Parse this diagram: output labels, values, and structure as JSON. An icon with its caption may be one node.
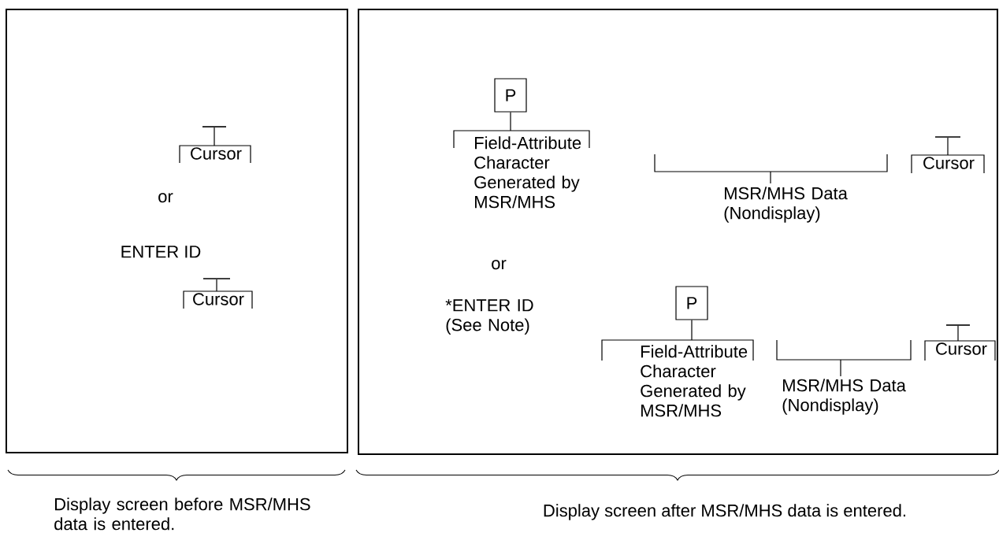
{
  "diagram": {
    "nodes": [
      {
        "text": [],
        "shape": "box",
        "beside": [
          "Display screen before MSR/MHS data is entered."
        ]
      },
      {
        "text": [],
        "shape": "bar",
        "in": 0
      },
      {
        "text": [
          "Cursor"
        ],
        "in": 0
      },
      {
        "text": [
          "or"
        ],
        "in": 0
      },
      {
        "text": [
          "ENTER ID"
        ],
        "in": 0
      },
      {
        "text": [],
        "shape": "bar",
        "in": 0
      },
      {
        "text": [
          "Cursor"
        ],
        "in": 0
      },
      {
        "text": [],
        "shape": "box",
        "beside": [
          "Display screen after MSR/MHS data is entered."
        ]
      },
      {
        "text": [
          "P"
        ],
        "in": 7
      },
      {
        "text": [
          "Field-Attribute Character Generated by MSR/MHS"
        ],
        "in": 7
      },
      {
        "text": [],
        "shape": "bar",
        "in": 7
      },
      {
        "text": [
          "Cursor"
        ],
        "in": 7
      },
      {
        "text": [
          "MSR/MHS Data (Nondisplay)"
        ],
        "in": 7
      },
      {
        "text": [
          "or"
        ],
        "in": 7
      },
      {
        "text": [
          "*ENTER ID (See Note)"
        ],
        "in": 7
      },
      {
        "text": [
          "P"
        ],
        "in": 7
      },
      {
        "text": [],
        "shape": "bar",
        "in": 7
      },
      {
        "text": [
          "Cursor"
        ],
        "in": 7
      },
      {
        "text": [
          "Field-Attribute Character Generated by MSR/MHS"
        ],
        "in": 7
      },
      {
        "text": [
          "MSR/MHS Data (Nondisplay)"
        ],
        "in": 7
      }
    ],
    "edges": [
      {
        "from": 1,
        "to": 2,
        "arrow": "none"
      },
      {
        "from": 5,
        "to": 6,
        "arrow": "none"
      },
      {
        "from": 8,
        "to": 9,
        "arrow": "none"
      },
      {
        "from": 10,
        "to": 11,
        "arrow": "none"
      },
      {
        "from": 15,
        "to": 18,
        "arrow": "none"
      },
      {
        "from": 16,
        "to": 17,
        "arrow": "none"
      }
    ]
  }
}
